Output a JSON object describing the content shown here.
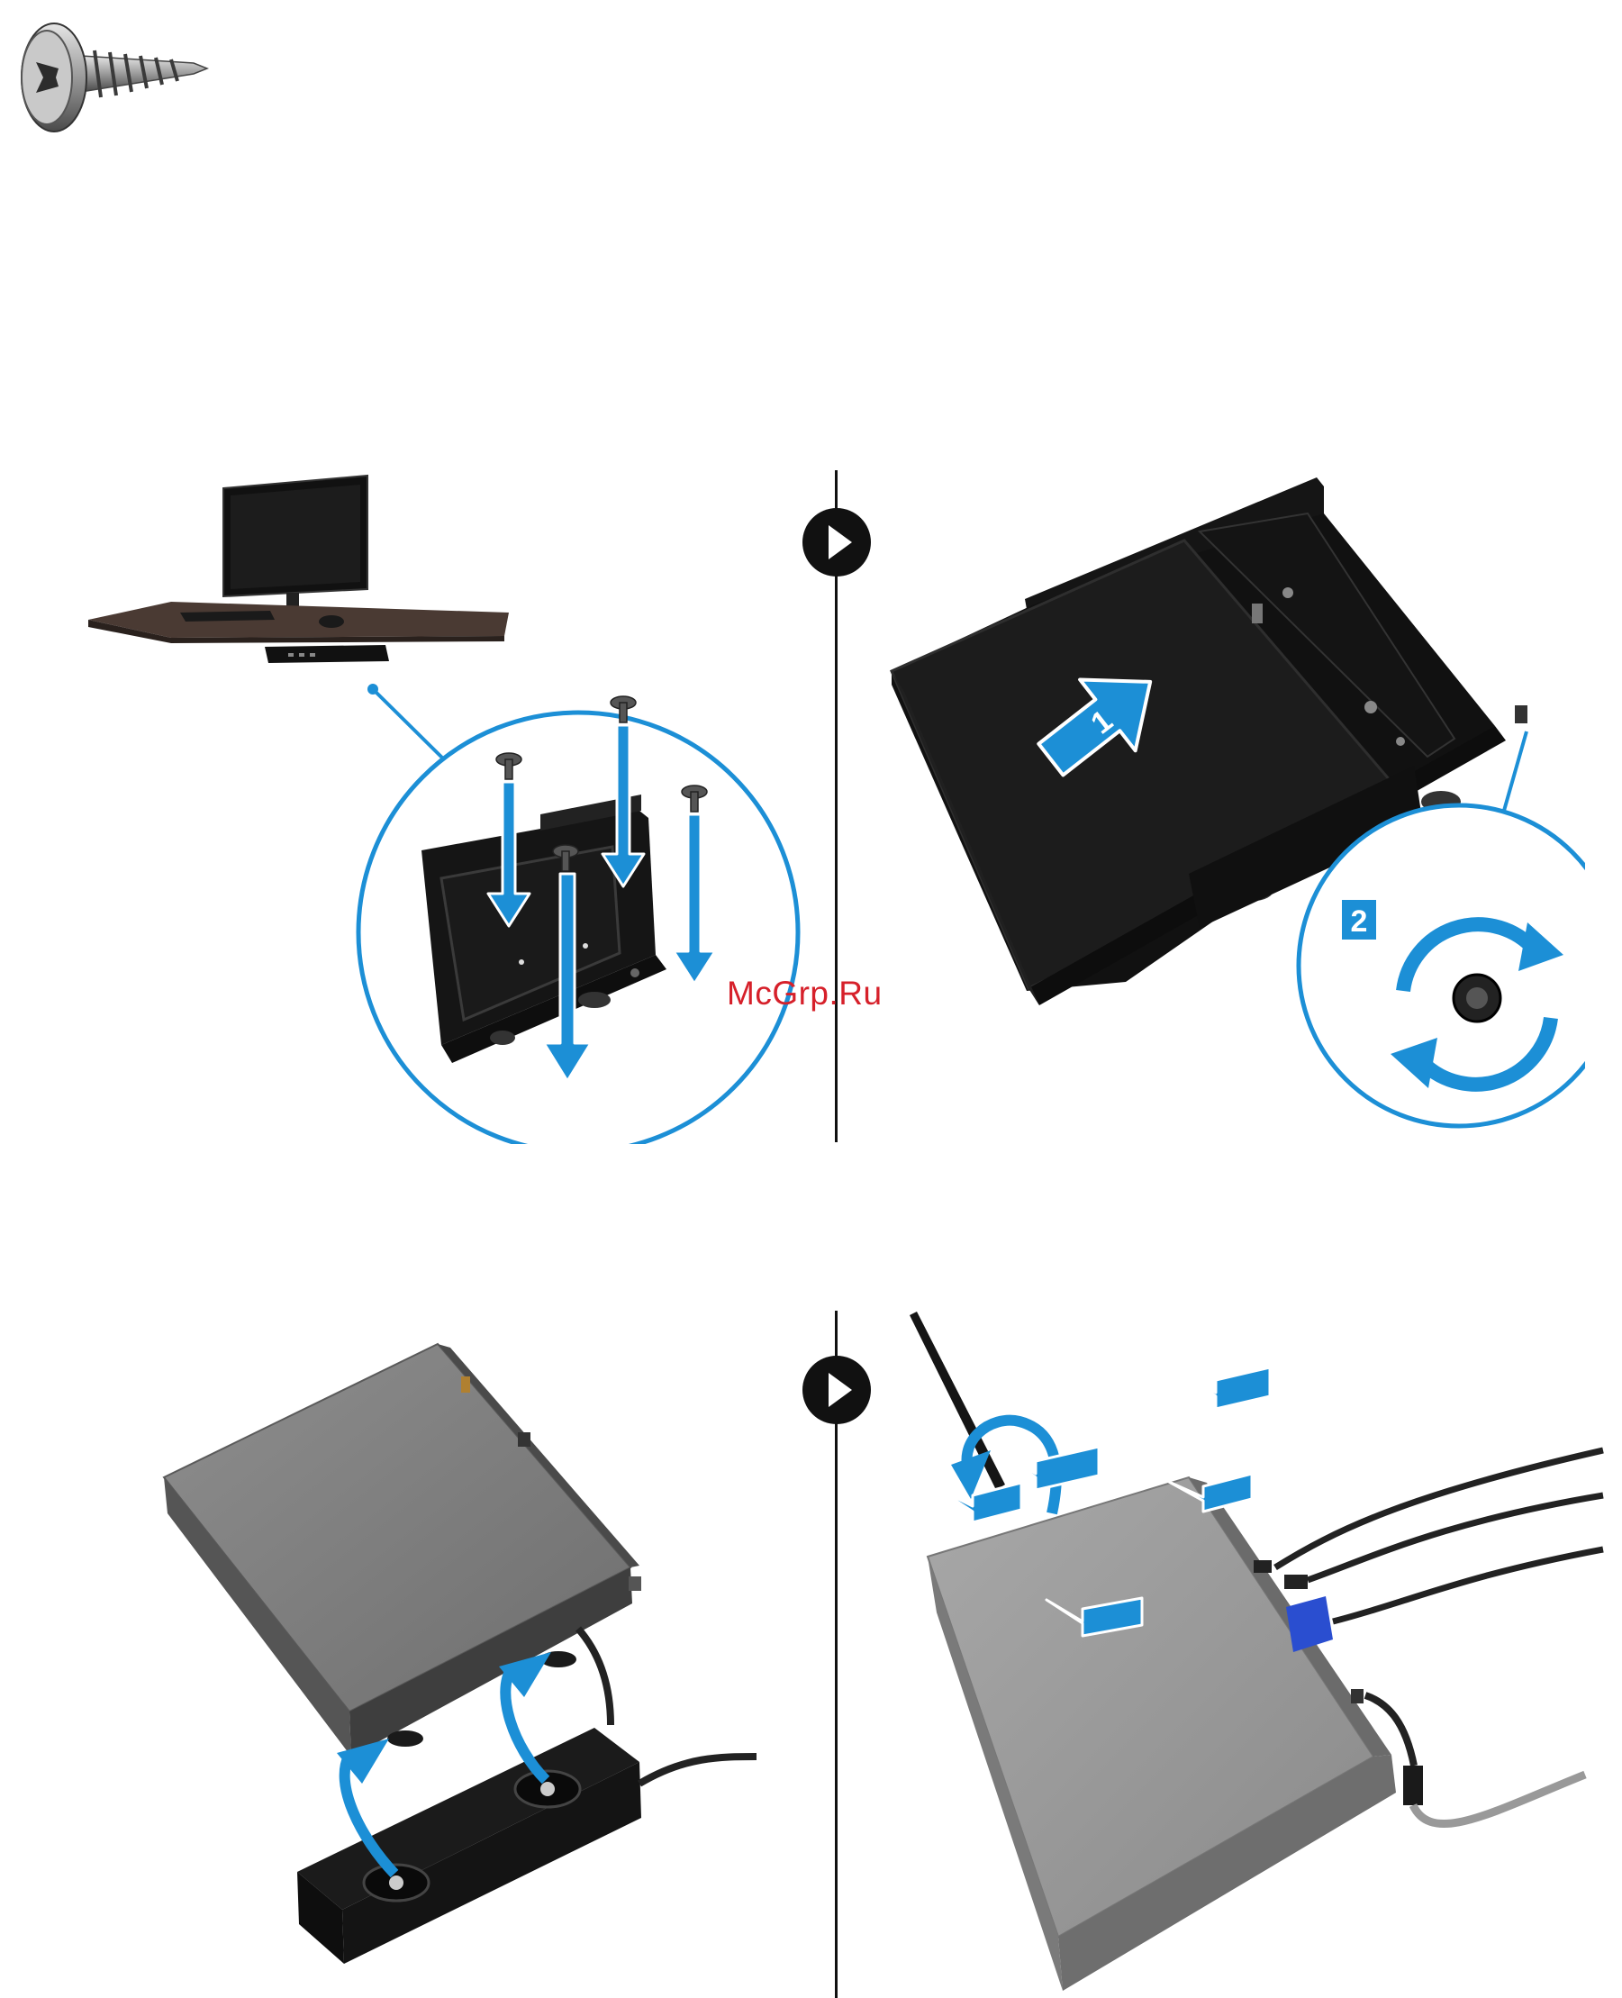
{
  "page": {
    "background": "#ffffff"
  },
  "watermark": {
    "text": "McGrp.Ru",
    "color": "#d6202a"
  },
  "colors": {
    "accent_blue": "#1c8fd6",
    "divider": "#111111",
    "bracket": "#151515",
    "device_gray": "#8a8a8a"
  },
  "callouts": {
    "step_1": "1",
    "step_2": "2"
  },
  "icons": [
    "screw-icon",
    "next-step-arrow-icon",
    "rotate-arrows-icon",
    "insert-arrow-icon",
    "curved-arrow-icon"
  ]
}
